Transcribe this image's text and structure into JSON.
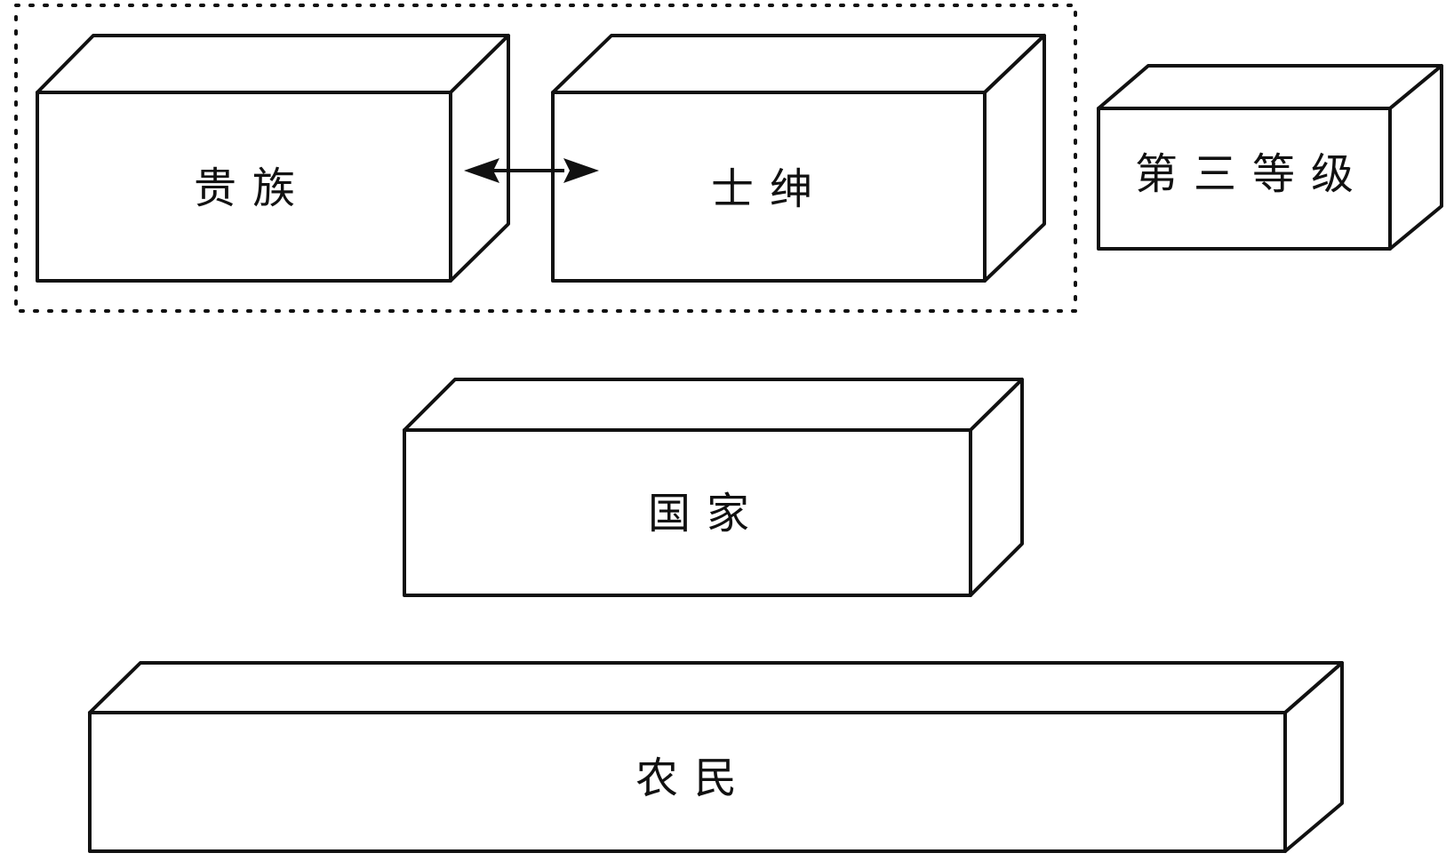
{
  "diagram": {
    "group_label": "",
    "boxes": {
      "nobility": {
        "label": "贵族"
      },
      "gentry": {
        "label": "士绅"
      },
      "third_estate": {
        "label": "第三等级"
      },
      "state": {
        "label": "国家"
      },
      "peasants": {
        "label": "农民"
      }
    },
    "relations": [
      {
        "from": "nobility",
        "to": "gentry",
        "type": "bidirectional-arrow"
      }
    ]
  }
}
